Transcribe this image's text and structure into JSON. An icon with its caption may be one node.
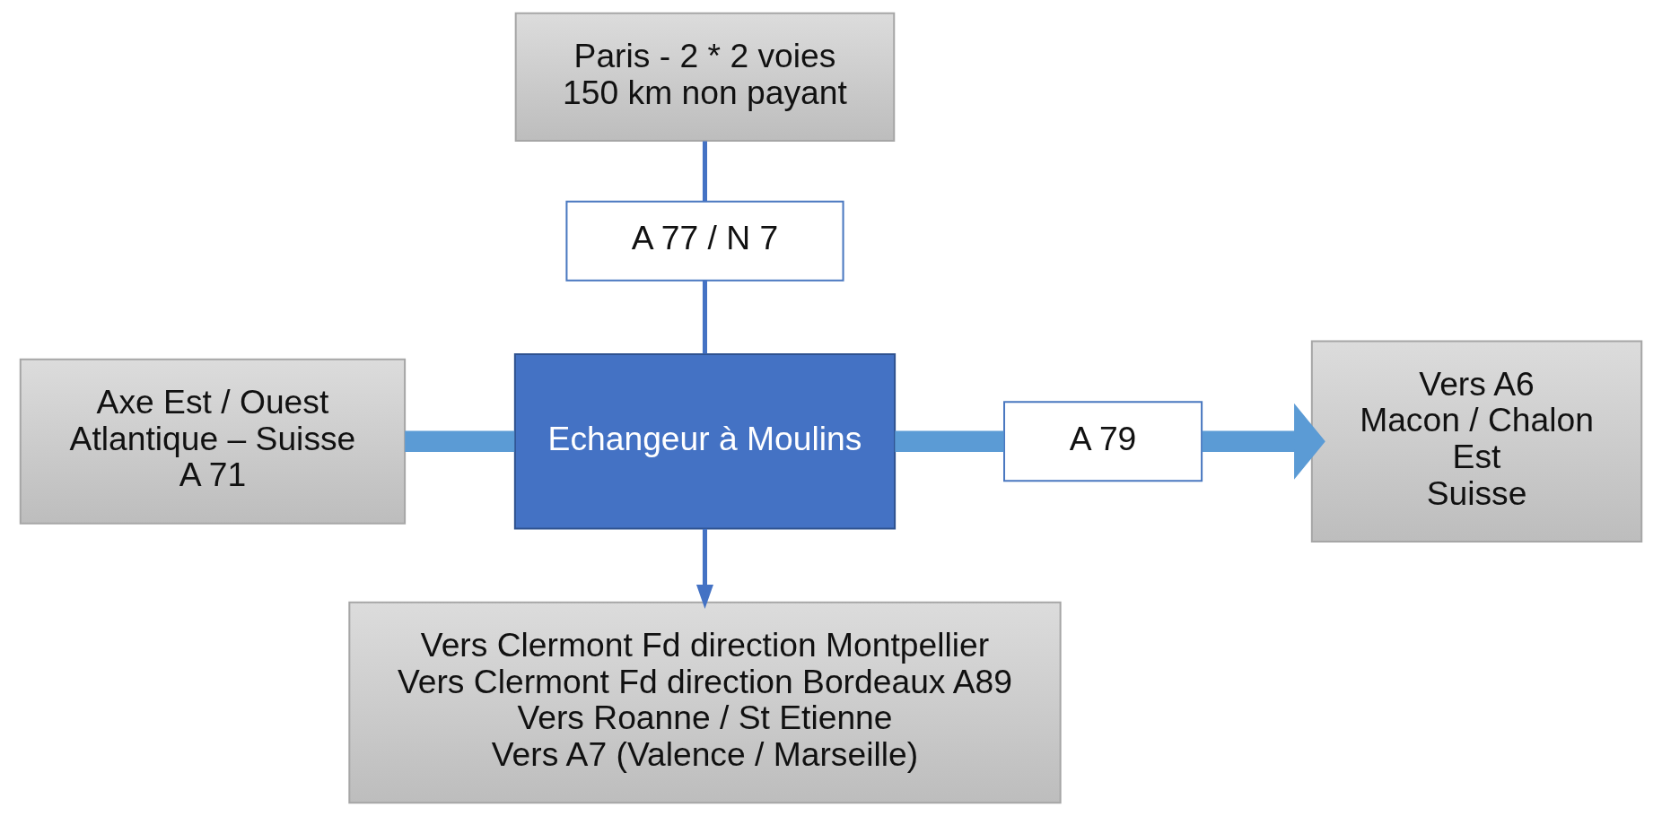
{
  "diagram": {
    "nodes": [
      {
        "text": [
          "Paris - 2 * 2 voies",
          "150 km non payant"
        ]
      },
      {
        "text": [
          "A 77 / N 7"
        ]
      },
      {
        "text": [
          "Axe Est / Ouest",
          "Atlantique – Suisse",
          "A 71"
        ]
      },
      {
        "text": [
          "Echangeur à Moulins"
        ]
      },
      {
        "text": [
          "A 79"
        ]
      },
      {
        "text": [
          "Vers A6",
          "Macon / Chalon",
          "Est",
          "Suisse"
        ]
      },
      {
        "text": [
          "Vers Clermont Fd direction Montpellier",
          "Vers Clermont Fd direction Bordeaux A89",
          "Vers Roanne / St Etienne",
          "Vers A7 (Valence / Marseille)"
        ]
      }
    ],
    "edges": [
      {
        "from": 0,
        "to": 1,
        "arrow": "none"
      },
      {
        "from": 1,
        "to": 3,
        "arrow": "none"
      },
      {
        "from": 2,
        "to": 3,
        "arrow": "none",
        "style": "thick",
        "color": "#5b9bd5"
      },
      {
        "from": 3,
        "to": 4,
        "arrow": "none",
        "style": "thick",
        "color": "#5b9bd5"
      },
      {
        "from": 4,
        "to": 5,
        "arrow": "to",
        "style": "thick",
        "color": "#5b9bd5"
      },
      {
        "from": 3,
        "to": 6,
        "arrow": "to"
      }
    ]
  }
}
